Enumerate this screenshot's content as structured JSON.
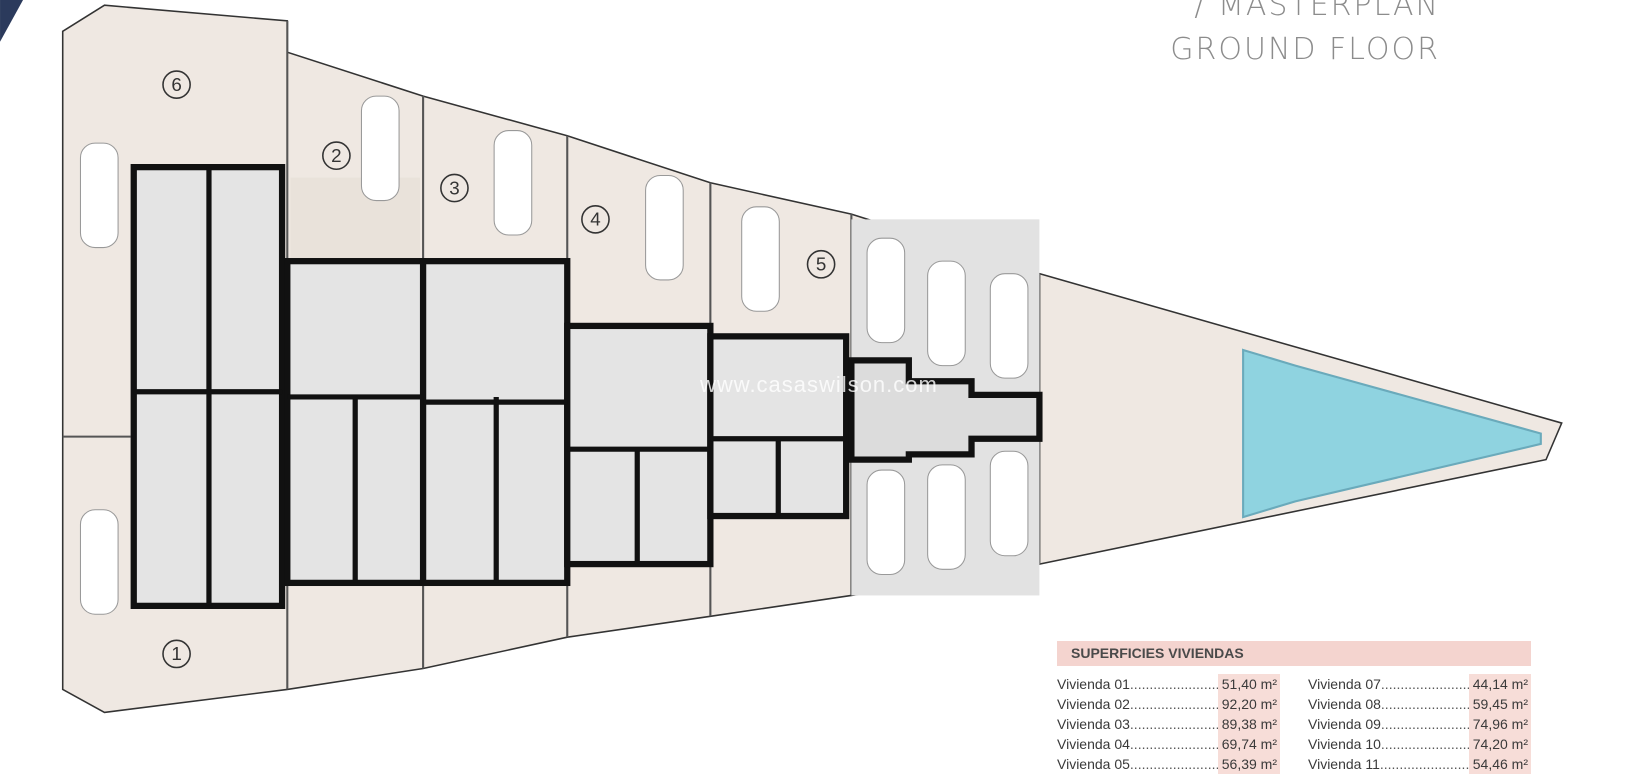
{
  "title": {
    "line1": "/ MASTERPLAN",
    "line2": "GROUND FLOOR"
  },
  "unit_numbers": [
    "1",
    "2",
    "3",
    "4",
    "5",
    "6"
  ],
  "watermark": "www.casaswilson.com",
  "table": {
    "heading": "SUPERFICIES VIVIENDAS",
    "left": [
      {
        "label": "Vivienda 01",
        "value": "51,40 m²"
      },
      {
        "label": "Vivienda 02",
        "value": "92,20 m²"
      },
      {
        "label": "Vivienda 03",
        "value": "89,38 m²"
      },
      {
        "label": "Vivienda 04",
        "value": "69,74 m²"
      },
      {
        "label": "Vivienda 05",
        "value": "56,39 m²"
      }
    ],
    "right": [
      {
        "label": "Vivienda 07",
        "value": "44,14 m²"
      },
      {
        "label": "Vivienda 08",
        "value": "59,45 m²"
      },
      {
        "label": "Vivienda 09",
        "value": "74,96 m²"
      },
      {
        "label": "Vivienda 10",
        "value": "74,20 m²"
      },
      {
        "label": "Vivienda 11",
        "value": "54,46 m²"
      }
    ]
  },
  "colors": {
    "plot": "#efe8e2",
    "interior": "#e6e6e6",
    "walls": "#111111",
    "pool": "#8fd3e0",
    "accent": "#f4d4cf",
    "title": "#8c8c8c"
  }
}
